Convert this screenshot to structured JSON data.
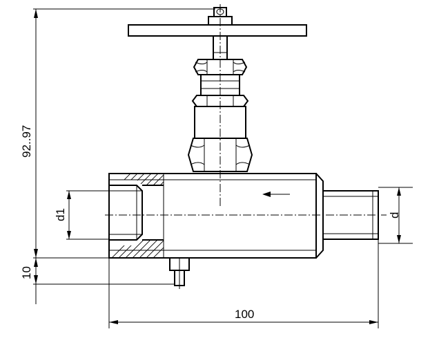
{
  "drawing": {
    "dimensions": {
      "overall_height": "92..97",
      "bottom_offset": "10",
      "inlet_diameter": "d1",
      "outlet_diameter": "d",
      "body_length": "100"
    },
    "flow_direction": "right-to-left"
  }
}
